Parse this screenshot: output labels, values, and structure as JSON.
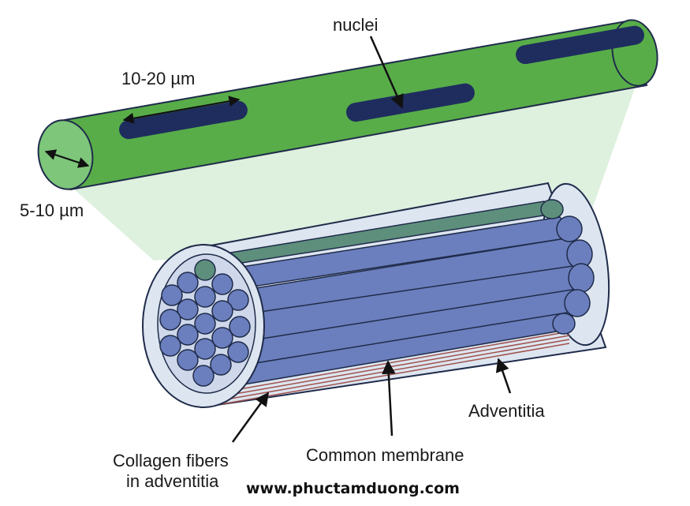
{
  "labels": {
    "nuclei": "nuclei",
    "length": "10-20 µm",
    "diameter": "5-10 µm",
    "adventitia": "Adventitia",
    "common_membrane": "Common membrane",
    "collagen_line1": "Collagen fibers",
    "collagen_line2": "in adventitia"
  },
  "watermark": "www.phuctamduong.com",
  "colors": {
    "fiber_green": "#58ad49",
    "fiber_end": "#7dc67a",
    "nucleus": "#1e2d5e",
    "bundle_blue": "#6b7fbe",
    "membrane_fill": "#dde6f0",
    "projection": "#d8edd8",
    "collagen": "#a0524d"
  },
  "icons": [
    "arrow-icon",
    "double-arrow-icon"
  ]
}
